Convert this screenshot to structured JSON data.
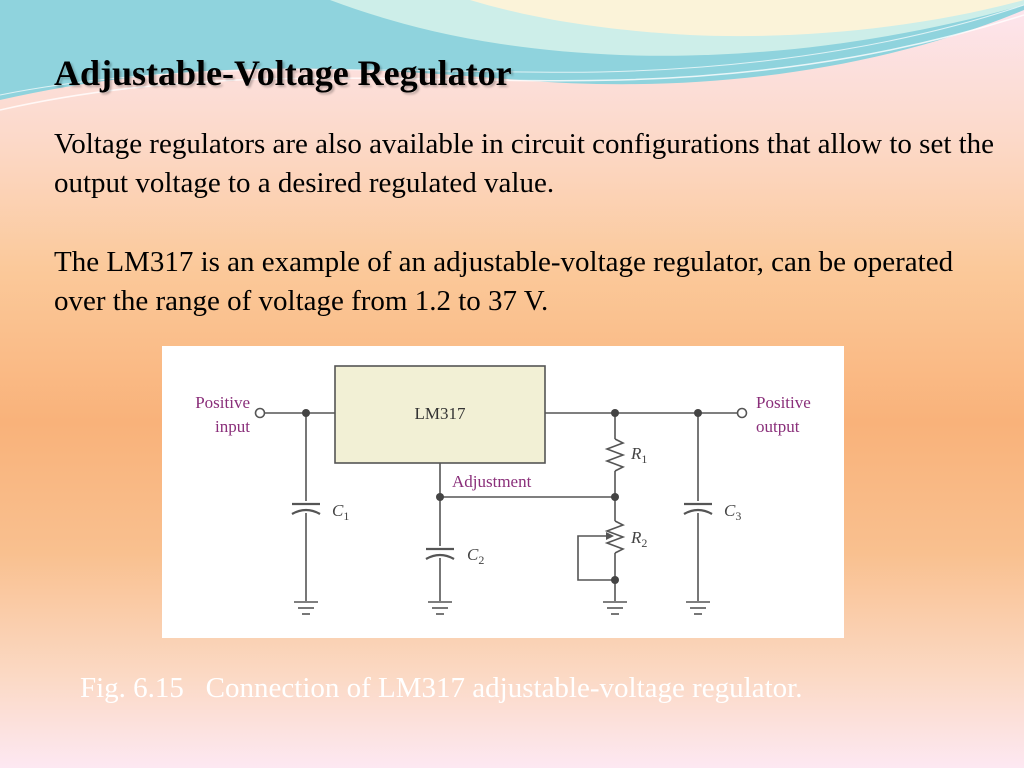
{
  "slide": {
    "title": "Adjustable-Voltage Regulator",
    "paragraph1": "Voltage regulators are also available in circuit configurations that allow to set the output voltage to a desired regulated value.",
    "paragraph2": "The LM317 is an example of an adjustable-voltage regulator, can be operated over the range of voltage from 1.2 to 37 V.",
    "caption": "Fig. 6.15   Connection of LM317 adjustable-voltage regulator."
  },
  "circuit": {
    "ic_label": "LM317",
    "input_label_line1": "Positive",
    "input_label_line2": "input",
    "output_label_line1": "Positive",
    "output_label_line2": "output",
    "adjustment_label": "Adjustment",
    "c1": "C",
    "c1_sub": "1",
    "c2": "C",
    "c2_sub": "2",
    "c3": "C",
    "c3_sub": "3",
    "r1": "R",
    "r1_sub": "1",
    "r2": "R",
    "r2_sub": "2"
  },
  "colors": {
    "label_purple": "#8a2f7a",
    "wire": "#555555",
    "ic_fill": "#f2f0d5"
  }
}
